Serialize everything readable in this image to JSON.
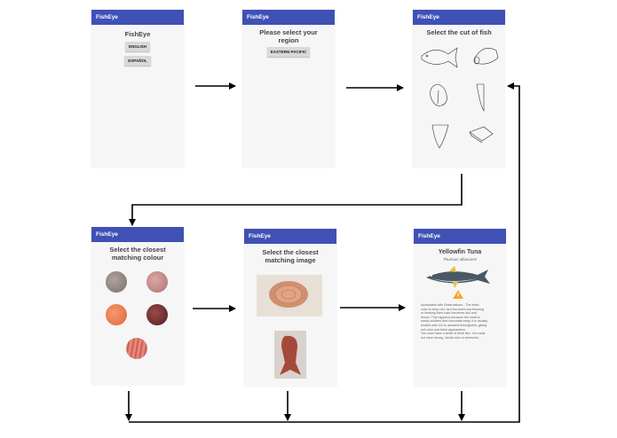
{
  "app_title": "FishEye",
  "screen1": {
    "title": "FishEye",
    "btn_english": "ENGLISH",
    "btn_spanish": "ESPAÑOL"
  },
  "screen2": {
    "title": "Please select your region",
    "btn_region": "EASTERN PACIFIC"
  },
  "screen3": {
    "title": "Select the cut of fish"
  },
  "screen4": {
    "title": "Select the closest matching colour"
  },
  "screen5": {
    "title": "Select the closest matching image"
  },
  "screen6": {
    "title": "Yellowfin Tuna",
    "subtitle": "Thunnus albacares",
    "description_lines": [
      "Acceptable with Reservations - The fresh",
      "color is deep red, as it becomes low freezing",
      "or keeping their color becomes dull and",
      "brown. This happens because the meat is",
      "easily oxidized and chocolate early. It is usually",
      "treated with CO to arrested hemoglobin, giving",
      "red color and fresh appearance.",
      "You must have a smell of fresh fish. You must",
      "not have strong, rancid odor or ammonia."
    ]
  },
  "colors": {
    "appbar": "#3f51b5",
    "screen_bg": "#f6f6f6",
    "arrow": "#000000"
  }
}
